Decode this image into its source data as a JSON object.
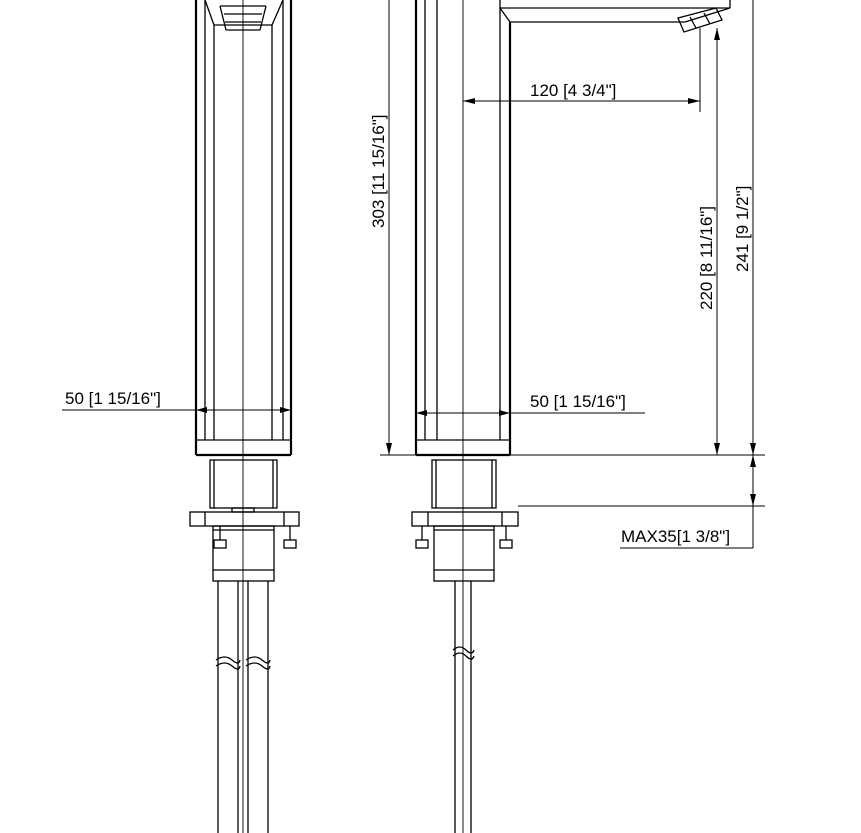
{
  "dimensions": {
    "width_left": "50 [1 15/16\"]",
    "width_right": "50 [1 15/16\"]",
    "spout_reach": "120 [4 3/4\"]",
    "overall_height": "303 [11 15/16\"]",
    "spout_height": "220 [8 11/16\"]",
    "top_height": "241 [9 1/2\"]",
    "max_deck": "MAX35[1 3/8\"]"
  }
}
